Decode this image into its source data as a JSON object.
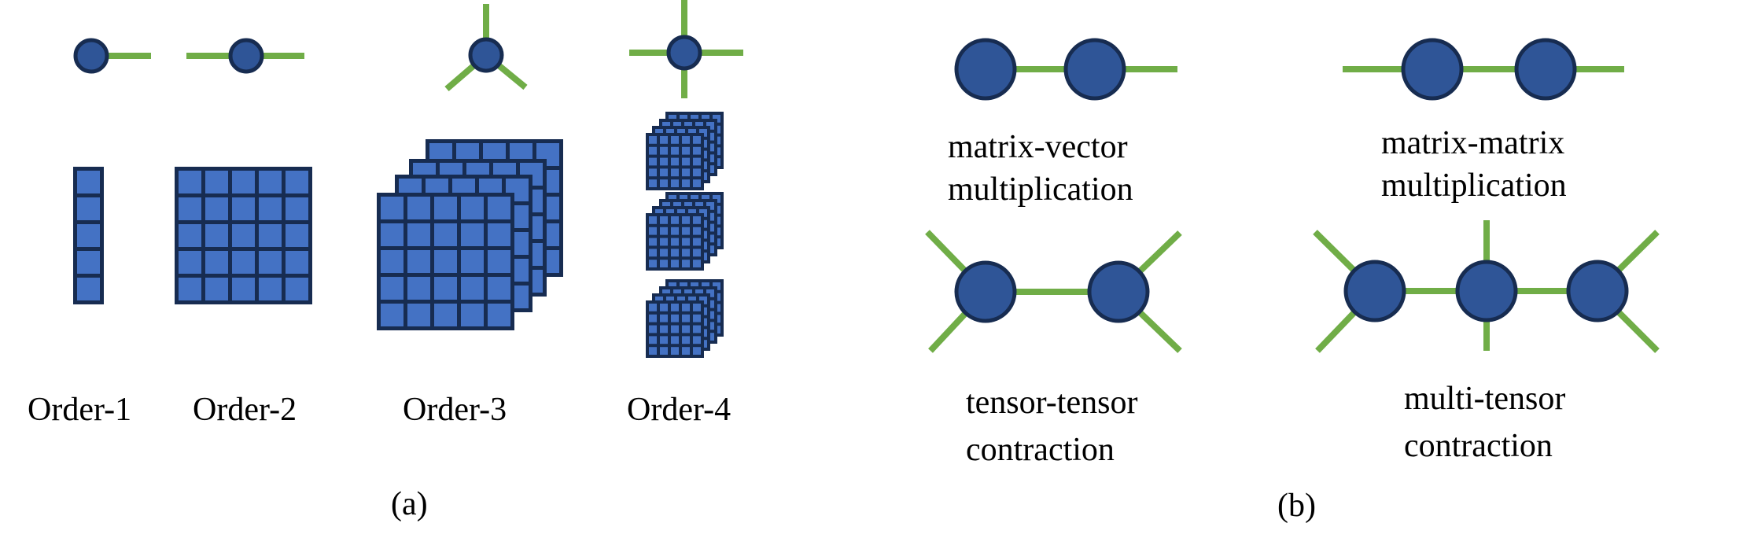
{
  "colors": {
    "node_fill": "#2f5597",
    "node_stroke": "#172c51",
    "cell_fill": "#4472c4",
    "cell_stroke": "#172c51",
    "edge": "#70ad47",
    "text": "#000000"
  },
  "panel_a": {
    "caption": "(a)",
    "orders": [
      {
        "label": "Order-1",
        "legs": 1,
        "shape": "vector 5x1"
      },
      {
        "label": "Order-2",
        "legs": 2,
        "shape": "matrix 5x5"
      },
      {
        "label": "Order-3",
        "legs": 3,
        "shape": "tensor 5x5x4"
      },
      {
        "label": "Order-4",
        "legs": 4,
        "shape": "tensor 5x5x4x3"
      }
    ]
  },
  "panel_b": {
    "caption": "(b)",
    "operations": [
      {
        "line1": "matrix-vector",
        "line2": "multiplication",
        "nodes": 2
      },
      {
        "line1": "matrix-matrix",
        "line2": "multiplication",
        "nodes": 2
      },
      {
        "line1": "tensor-tensor",
        "line2": "contraction",
        "nodes": 2
      },
      {
        "line1": "multi-tensor",
        "line2": "contraction",
        "nodes": 3
      }
    ]
  }
}
